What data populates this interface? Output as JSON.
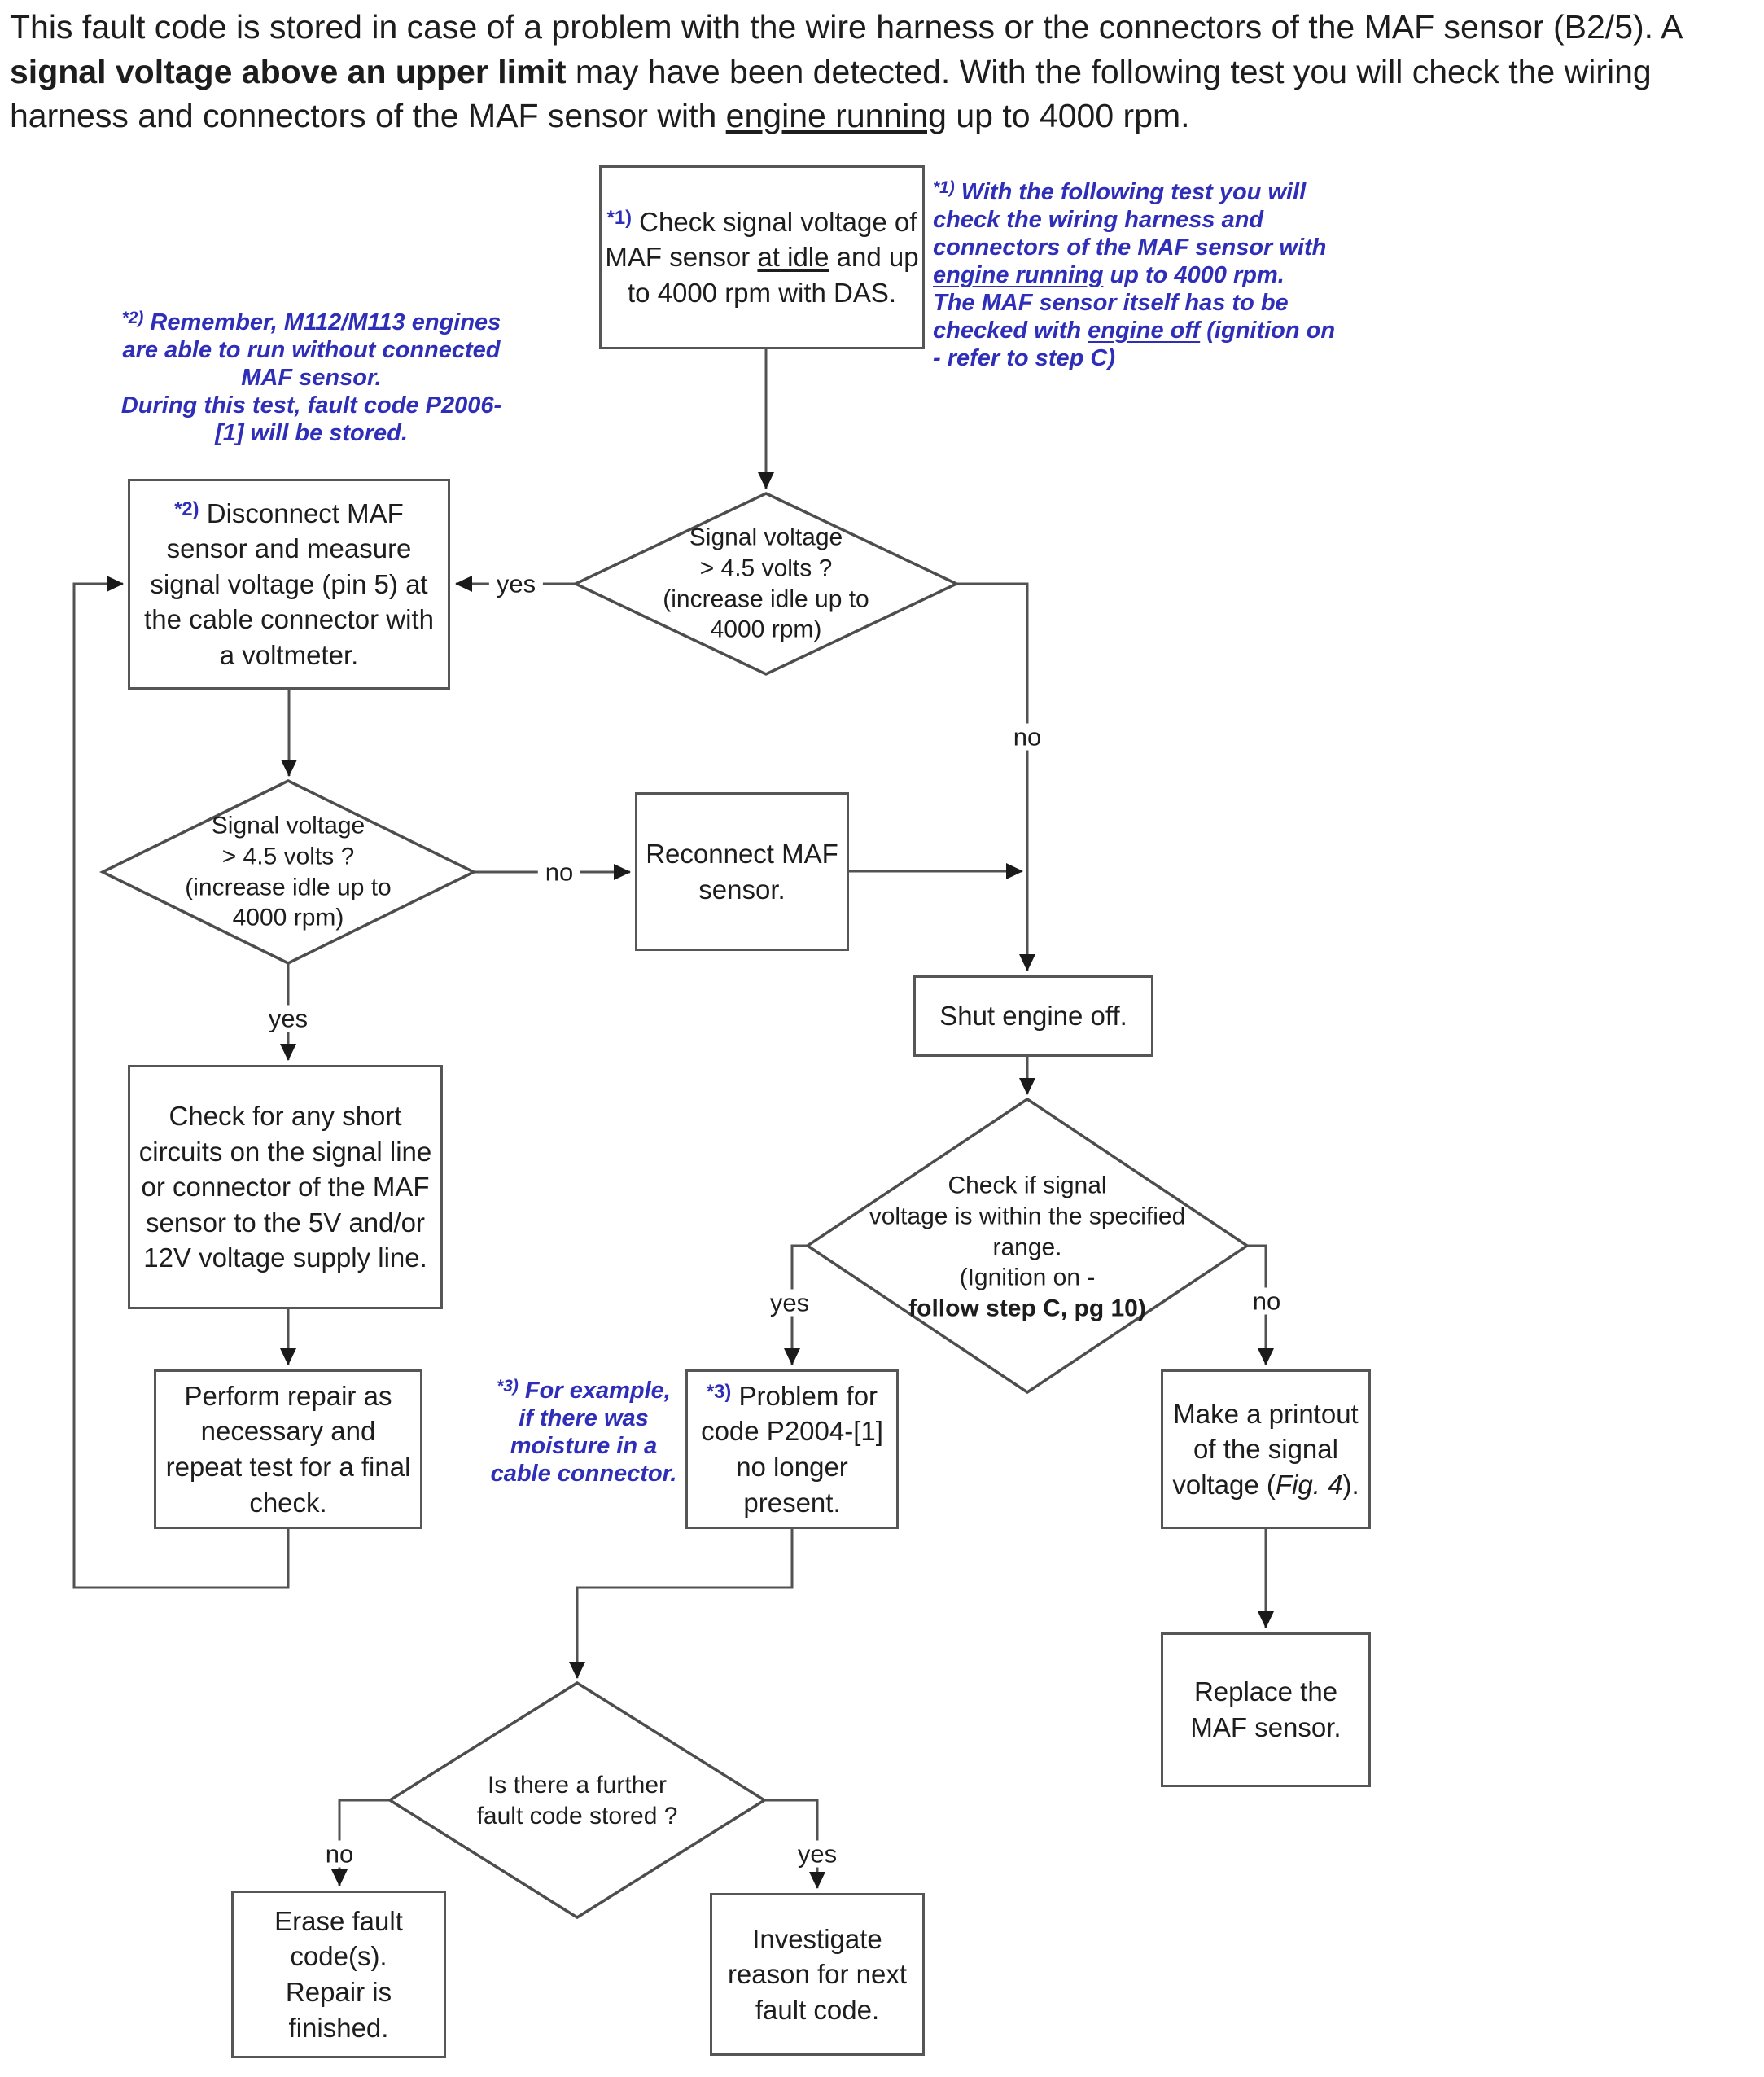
{
  "colors": {
    "ink": "#1d1d1d",
    "wire": "#525252",
    "note_blue": "#2e2eb8",
    "background": "#ffffff"
  },
  "intro": {
    "part1": "This fault code is stored in case of a problem with the wire harness or the connectors of the  MAF sensor (B2/5). A ",
    "part2_bold": "signal voltage above an upper limit",
    "part3": " may have been detected. With the following test you will check the wiring harness and connectors of the  MAF sensor with ",
    "part4_underline": "engine running",
    "part5": " up to 4000 rpm."
  },
  "notes": {
    "note1": {
      "marker": "*1)",
      "s1": " With the following test you will check the wiring harness and connectors of the  MAF sensor with ",
      "u1": "engine running",
      "s2": " up to 4000 rpm.",
      "s3": "The  MAF sensor itself has to be checked with ",
      "u2": "engine off",
      "s4": " (ignition on - refer to step C)"
    },
    "note2": {
      "marker": "*2)",
      "s1": " Remember, M112/M113 engines are able to run without connected MAF sensor.",
      "s2": "During this test, fault code P2006-[1] will be stored."
    },
    "note3": {
      "marker": "*3)",
      "s1": " For example,",
      "s2": "if there was moisture in a cable connector."
    }
  },
  "nodes": {
    "check_signal": {
      "marker": "*1)",
      "s1": " Check signal voltage of  MAF sensor ",
      "u": "at idle",
      "s2": " and up to 4000 rpm with DAS."
    },
    "disconnect": {
      "marker": "*2)",
      "s1": " Disconnect  MAF sensor and measure signal voltage (pin 5) at the cable connector with a voltmeter."
    },
    "diamond_signal": {
      "l1": "Signal voltage",
      "l2": "> 4.5 volts ?",
      "l3": "(increase idle up to",
      "l4": "4000 rpm)"
    },
    "reconnect": {
      "text": "Reconnect MAF sensor."
    },
    "shut_engine": {
      "text": "Shut engine off."
    },
    "diamond_range": {
      "l1": "Check if signal",
      "l2": "voltage is within the specified",
      "l3": "range.",
      "l4": "(Ignition on -",
      "l5_bold": "follow step C, pg 10)"
    },
    "short_circuits": {
      "text": "Check for any short circuits on the signal line or connector of the MAF sensor to the 5V and/or 12V voltage supply line."
    },
    "perform_repair": {
      "text": "Perform repair as necessary and repeat test  for a final check."
    },
    "problem_code": {
      "marker": "*3)",
      "s1": " Problem for code P2004-[1] no longer present."
    },
    "printout": {
      "s1": "Make a printout of the signal voltage (",
      "i": "Fig. 4",
      "s2": ")."
    },
    "replace": {
      "text": "Replace the MAF sensor."
    },
    "diamond_further": {
      "l1": "Is there a further",
      "l2": "fault code stored ?"
    },
    "erase": {
      "s1": "Erase fault code(s).",
      "s2": "Repair is finished."
    },
    "investigate": {
      "text": "Investigate reason for next fault code."
    }
  },
  "labels": {
    "yes": "yes",
    "no": "no"
  }
}
